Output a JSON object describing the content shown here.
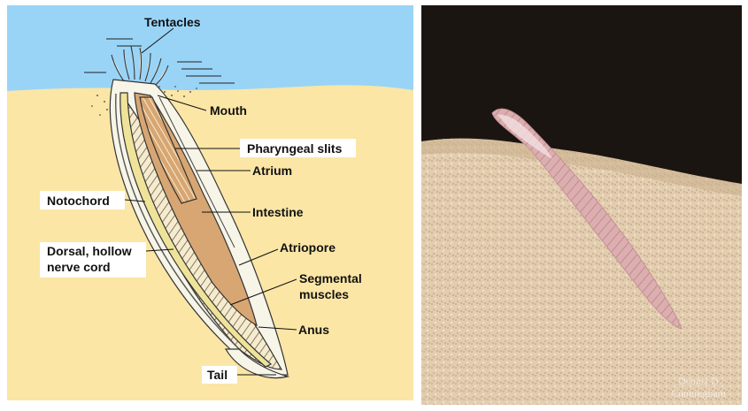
{
  "diagram": {
    "labels": {
      "tentacles": "Tentacles",
      "mouth": "Mouth",
      "pharyngeal_slits": "Pharyngeal slits",
      "atrium": "Atrium",
      "notochord": "Notochord",
      "intestine": "Intestine",
      "dorsal_hollow_nerve_cord_line1": "Dorsal, hollow",
      "dorsal_hollow_nerve_cord_line2": "nerve cord",
      "atriopore": "Atriopore",
      "segmental_muscles_line1": "Segmental",
      "segmental_muscles_line2": "muscles",
      "anus": "Anus",
      "tail": "Tail"
    },
    "colors": {
      "water": "#99d4f7",
      "sand": "#fbe6a6",
      "body": "#f7f4e8",
      "gut": "#d8a673",
      "muscle_band": "#f2e9c9",
      "notochord": "#efe39a"
    }
  },
  "photo": {
    "watermark_line1": "Dennis D.",
    "watermark_line2": "Cunningham",
    "colors": {
      "background": "#1b1512",
      "sand": "#e3cdb0",
      "lancelet": "#dcaeb0"
    }
  }
}
